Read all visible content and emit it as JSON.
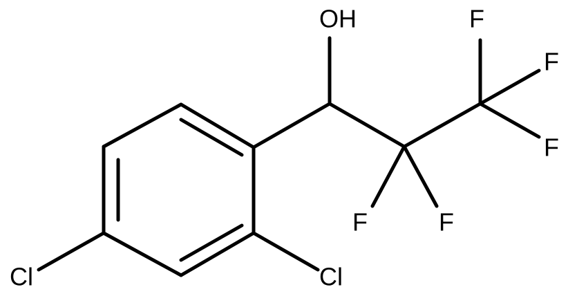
{
  "molecule": {
    "labels": {
      "oh": "OH",
      "f_top": "F",
      "f_upper_right": "F",
      "f_lower_right": "F",
      "f_bottom_left": "F",
      "f_bottom_right": "F",
      "cl_left": "Cl",
      "cl_right": "Cl"
    }
  }
}
